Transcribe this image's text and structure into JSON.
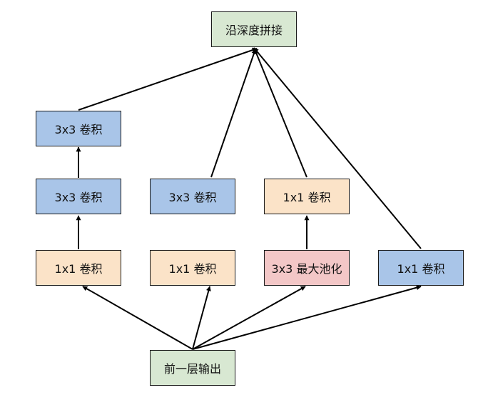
{
  "nodes": {
    "concat": {
      "label": "沿深度拼接"
    },
    "b1_conv3x3_top": {
      "label": "3x3 卷积"
    },
    "b1_conv3x3_mid": {
      "label": "3x3 卷积"
    },
    "b1_conv1x1": {
      "label": "1x1 卷积"
    },
    "b2_conv3x3": {
      "label": "3x3 卷积"
    },
    "b2_conv1x1": {
      "label": "1x1 卷积"
    },
    "b3_conv1x1": {
      "label": "1x1 卷积"
    },
    "b3_maxpool": {
      "label": "3x3 最大池化"
    },
    "b4_conv1x1": {
      "label": "1x1 卷积"
    },
    "input": {
      "label": "前一层输出"
    }
  },
  "colors": {
    "conv3x3": "#a9c5e8",
    "conv1x1": "#fbe3c8",
    "pool": "#f3c7c7",
    "io": "#d8e8d2",
    "stroke": "#000000"
  },
  "edges": [
    {
      "from": "input",
      "to": "b1_conv1x1"
    },
    {
      "from": "input",
      "to": "b2_conv1x1"
    },
    {
      "from": "input",
      "to": "b3_maxpool"
    },
    {
      "from": "input",
      "to": "b4_conv1x1"
    },
    {
      "from": "b1_conv1x1",
      "to": "b1_conv3x3_mid"
    },
    {
      "from": "b1_conv3x3_mid",
      "to": "b1_conv3x3_top"
    },
    {
      "from": "b3_maxpool",
      "to": "b3_conv1x1"
    },
    {
      "from": "b1_conv3x3_top",
      "to": "concat"
    },
    {
      "from": "b2_conv3x3",
      "to": "concat"
    },
    {
      "from": "b3_conv1x1",
      "to": "concat"
    },
    {
      "from": "b4_conv1x1",
      "to": "concat"
    }
  ]
}
